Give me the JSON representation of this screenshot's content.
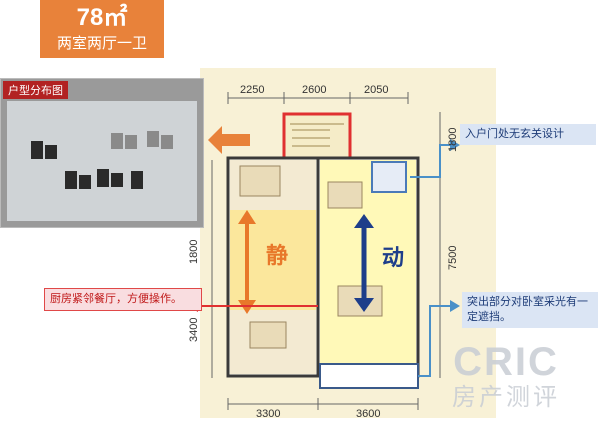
{
  "header": {
    "area": "78㎡",
    "layout_type": "两室两厅一卫"
  },
  "distribution_map": {
    "label": "户型分布图"
  },
  "dimensions": {
    "top": [
      "2250",
      "2600",
      "2050"
    ],
    "bottom": [
      "3300",
      "3600"
    ],
    "left": [
      "1800",
      "3400"
    ],
    "right": [
      "1800",
      "7500"
    ]
  },
  "zones": {
    "quiet": "静",
    "active": "动"
  },
  "callouts": {
    "kitchen": "厨房紧邻餐厅，方便操作。",
    "entrance": "入户门处无玄关设计",
    "bedroom": "突出部分对卧室采光有一定遮挡。"
  },
  "watermark": {
    "brand": "CRIC",
    "subtitle": "房产测评"
  },
  "colors": {
    "accent_orange": "#e8823a",
    "callout_blue": "#4a90c8",
    "callout_red": "#e03030",
    "quiet_arrow": "#e8782a",
    "active_arrow": "#1e3e8a"
  }
}
